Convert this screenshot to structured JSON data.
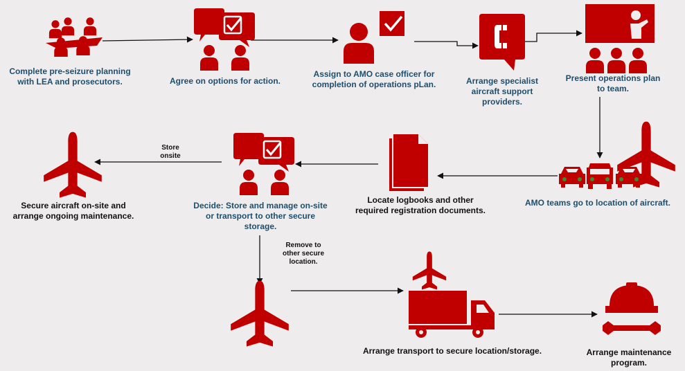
{
  "colors": {
    "red": "#c00000",
    "background": "#eeecec",
    "label_blue": "#1e4e6e",
    "label_black": "#111111",
    "arrow": "#111111"
  },
  "steps": {
    "pre_seizure": {
      "line1": "Complete pre-seizure planning",
      "line2": "with LEA and prosecutors.",
      "icon": "team-meeting-icon"
    },
    "agree_options": {
      "line1": "Agree on options for action.",
      "icon": "discussion-checklist-icon"
    },
    "assign_officer": {
      "line1": "Assign to AMO case officer for",
      "line2": "completion of operations pLan.",
      "icon": "officer-checkbox-icon"
    },
    "specialist": {
      "line1": "Arrange specialist",
      "line2": "aircraft support",
      "line3": "providers.",
      "icon": "phone-bubble-icon"
    },
    "present_plan": {
      "line1": "Present operations plan",
      "line2": "to team.",
      "icon": "presentation-icon"
    },
    "go_to_aircraft": {
      "line1": "AMO teams go to location of aircraft.",
      "icon": "cars-aircraft-icon"
    },
    "logbooks": {
      "line1": "Locate logbooks and other",
      "line2": "required registration documents.",
      "icon": "documents-icon"
    },
    "decide": {
      "line1": "Decide: Store and manage on-site",
      "line2": "or transport to other secure",
      "line3": "storage.",
      "icon": "discussion-checklist-icon"
    },
    "secure_onsite": {
      "line1": "Secure aircraft on-site and",
      "line2": "arrange ongoing maintenance.",
      "icon": "airplane-icon"
    },
    "transport": {
      "line1": "Arrange transport to secure location/storage.",
      "icon": "truck-airplane-icon"
    },
    "maintenance": {
      "line1": "Arrange maintenance",
      "line2": "program.",
      "icon": "hardhat-wrench-icon"
    },
    "remove_airplane": {
      "icon": "airplane-icon"
    }
  },
  "edge_labels": {
    "store": {
      "line1": "Store",
      "line2": "onsite"
    },
    "remove": {
      "line1": "Remove to",
      "line2": "other secure",
      "line3": "location."
    }
  }
}
